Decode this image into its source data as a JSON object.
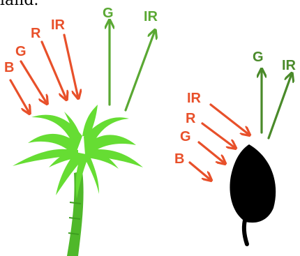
{
  "cropped_top_text": "land.",
  "colors": {
    "incoming": "#e8502a",
    "reflected": "#5aa833",
    "reflected_dark": "#4a8a2a",
    "palm_leaf": "#66dd33",
    "palm_trunk": "#4fb82a",
    "leaf": "#000000"
  },
  "palm": {
    "incoming_labels": [
      "B",
      "G",
      "R",
      "IR"
    ],
    "reflected_labels": [
      "G",
      "IR"
    ]
  },
  "leaf": {
    "incoming_labels": [
      "IR",
      "R",
      "G",
      "B"
    ],
    "reflected_labels": [
      "G",
      "IR"
    ]
  }
}
